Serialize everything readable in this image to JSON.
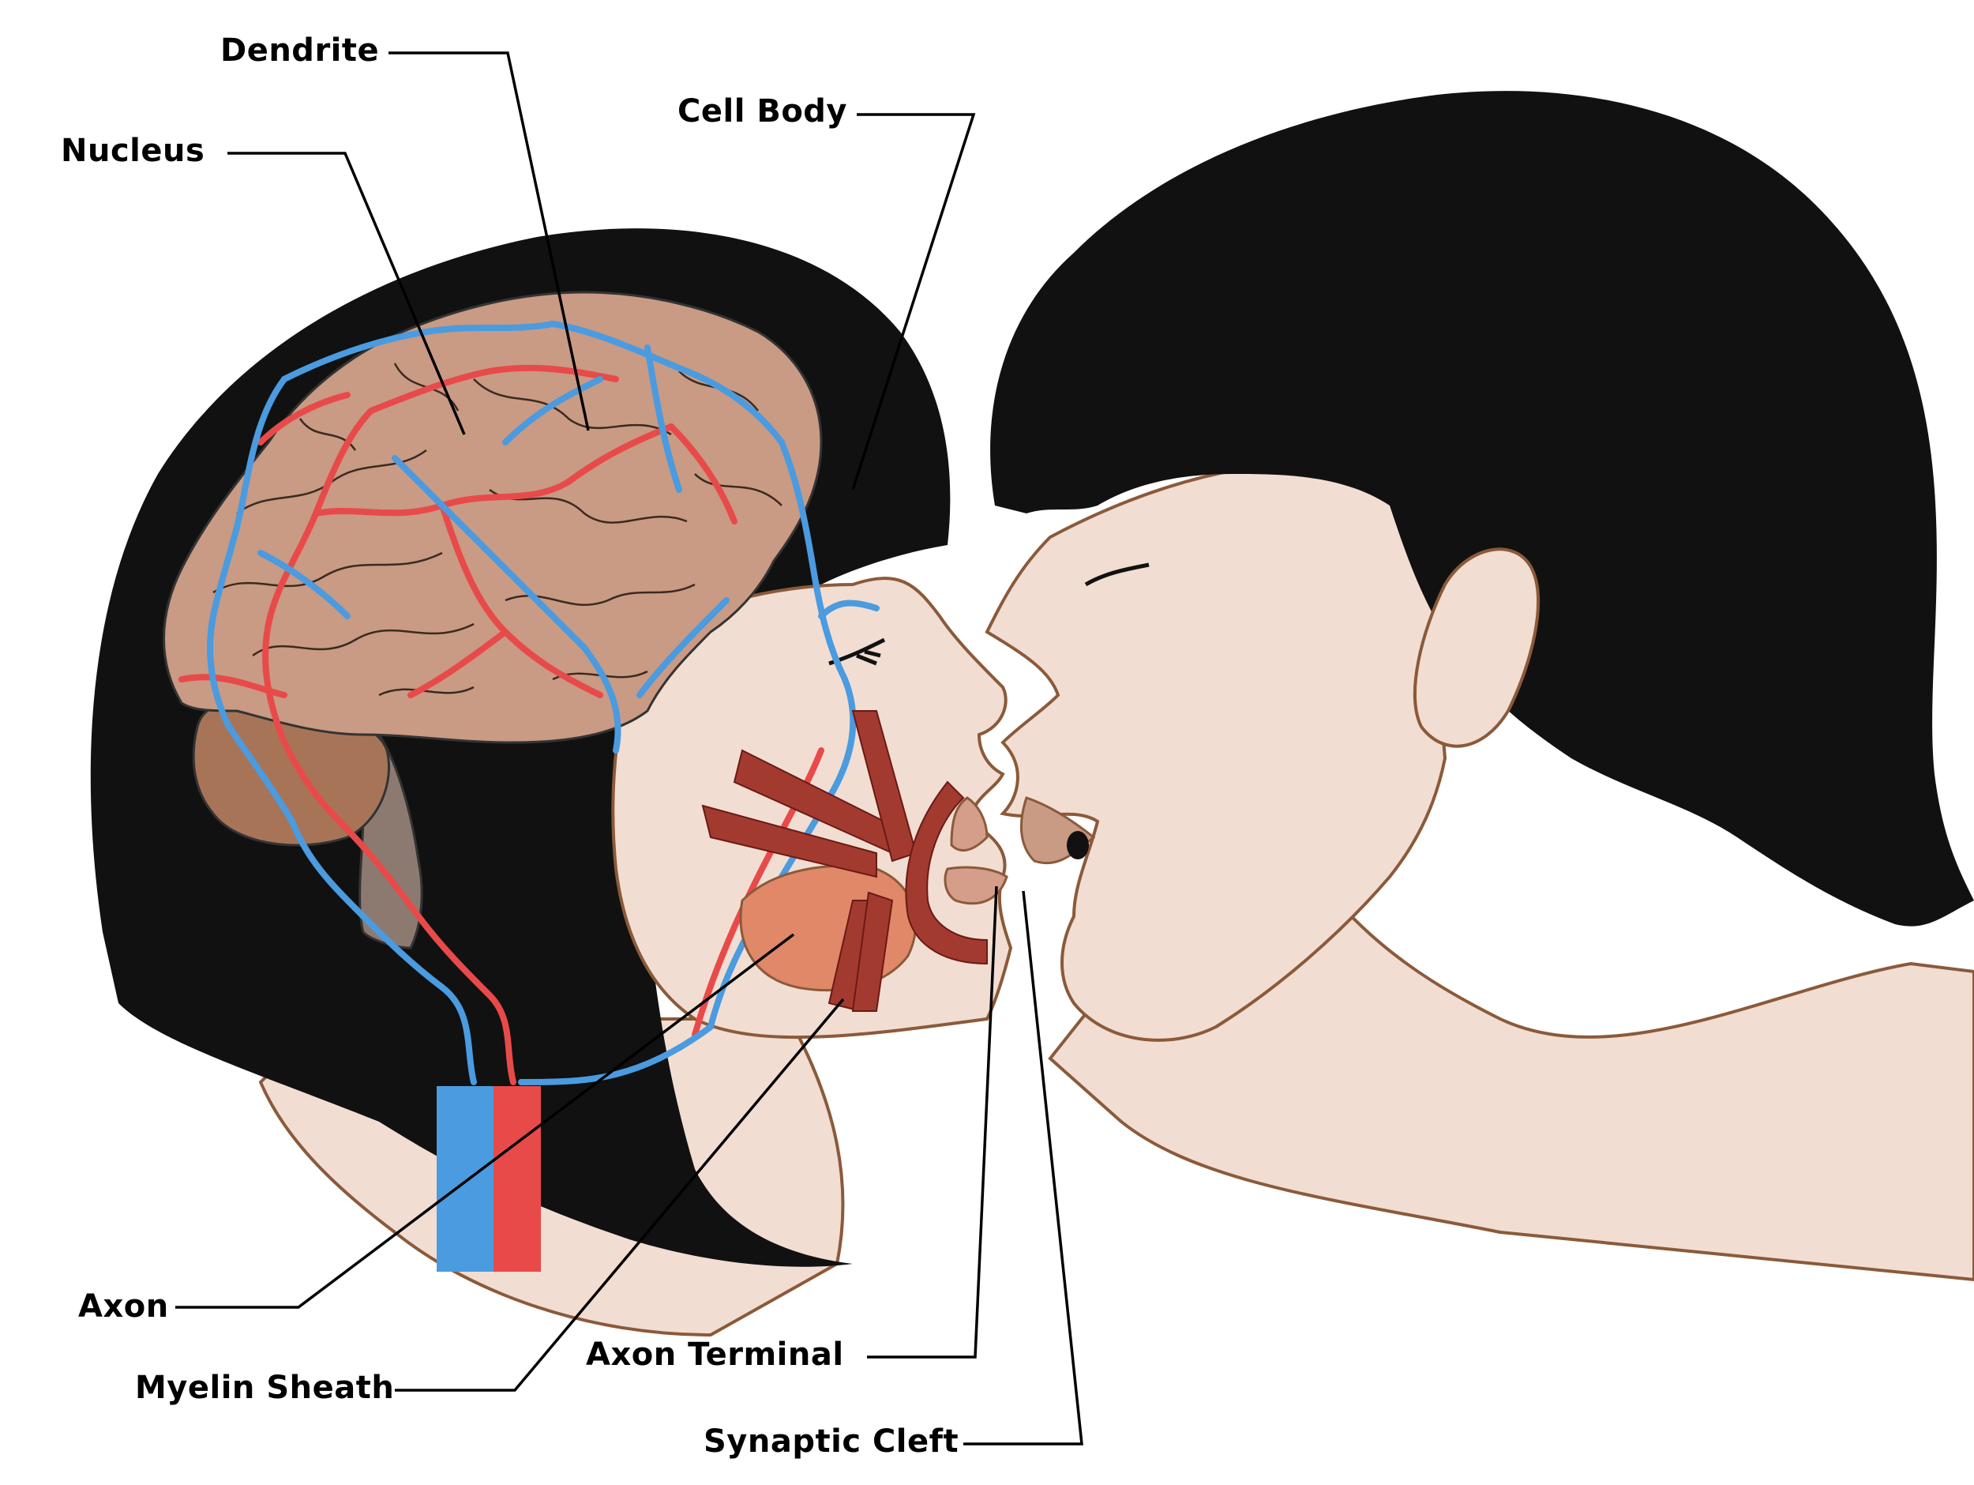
{
  "labels": {
    "dendrite": "Dendrite",
    "nucleus": "Nucleus",
    "cell_body": "Cell Body",
    "axon": "Axon",
    "myelin_sheath": "Myelin Sheath",
    "axon_terminal": "Axon Terminal",
    "synaptic_cleft": "Synaptic Cleft"
  },
  "colors": {
    "hair": "#111111",
    "skin": "#f2ddd2",
    "skin_outline": "#8a5a3a",
    "brain": "#c99a84",
    "cerebellum": "#a87458",
    "brainstem": "#8c7a70",
    "artery": "#e84a4a",
    "vein": "#4a9be0",
    "muscle": "#a33a30",
    "gland": "#e08868",
    "leader_line": "#000000"
  }
}
